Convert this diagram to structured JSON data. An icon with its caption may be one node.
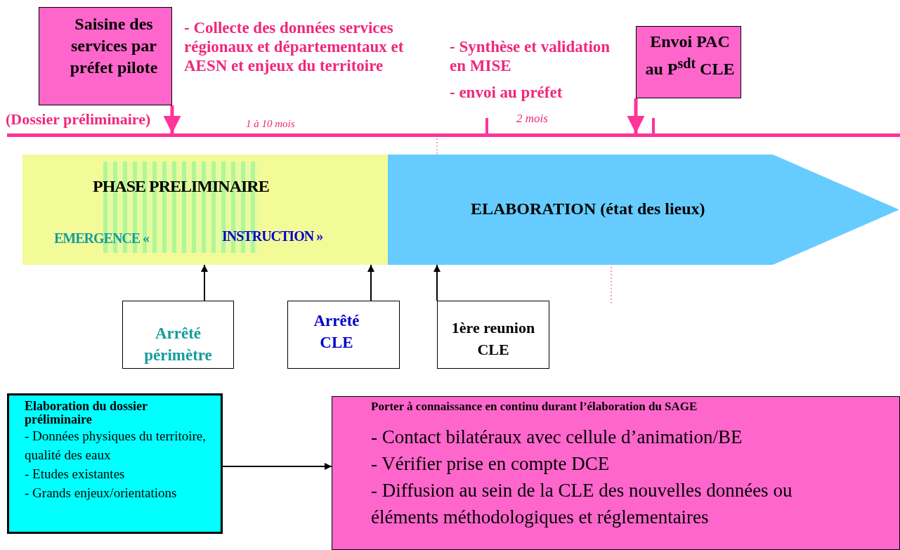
{
  "diagram": {
    "nodes": [
      {
        "text": [
          "Saisine des services par préfet pilote"
        ]
      },
      {
        "text": [
          "Envoi PAC au P$^{sdt}$ CLE"
        ]
      },
      {
        "text": [],
        "shape": "bar"
      },
      {
        "text": [
          "PHASE PRELIMINAIRE",
          "EMERGENCE «",
          "INSTRUCTION »"
        ]
      },
      {
        "text": [
          "ELABORATION (état des lieux)"
        ]
      },
      {
        "text": [
          "Arrêté périmètre"
        ]
      },
      {
        "text": [
          "Arrêté CLE"
        ]
      },
      {
        "text": [
          "1ère reunion CLE"
        ]
      },
      {
        "text": [
          "Elaboration du dossier préliminaire",
          "- Données physiques du territoire, qualité des eaux",
          "- Etudes existantes",
          "- Grands enjeux/orientations"
        ]
      },
      {
        "text": [
          "Porter à connaissance en continu durant l’élaboration du SAGE",
          "- Contact bilatéraux avec cellule d’animation/BE",
          "- Vérifier prise en compte DCE",
          "- Diffusion au sein de la CLE des nouvelles données ou éléments méthodologiques et réglementaires"
        ]
      }
    ],
    "edges": [
      {
        "from": 0,
        "to": 2,
        "arrow": "to",
        "style": "thick",
        "color": "#ff3399"
      },
      {
        "from": 1,
        "to": 2,
        "arrow": "to",
        "style": "thick",
        "color": "#ff3399"
      },
      {
        "from": 5,
        "to": 3,
        "arrow": "to"
      },
      {
        "from": 6,
        "to": 3,
        "arrow": "to"
      },
      {
        "from": 7,
        "to": 4,
        "arrow": "to"
      },
      {
        "from": 8,
        "to": 9,
        "arrow": "to"
      }
    ],
    "labels": [
      "- Collecte des données services régionaux et départementaux et AESN et enjeux du territoire",
      "(Dossier préliminaire)",
      "1 à 10 mois",
      "- Synthèse et validation en MISE",
      "- envoi au préfet",
      "2 mois"
    ]
  }
}
